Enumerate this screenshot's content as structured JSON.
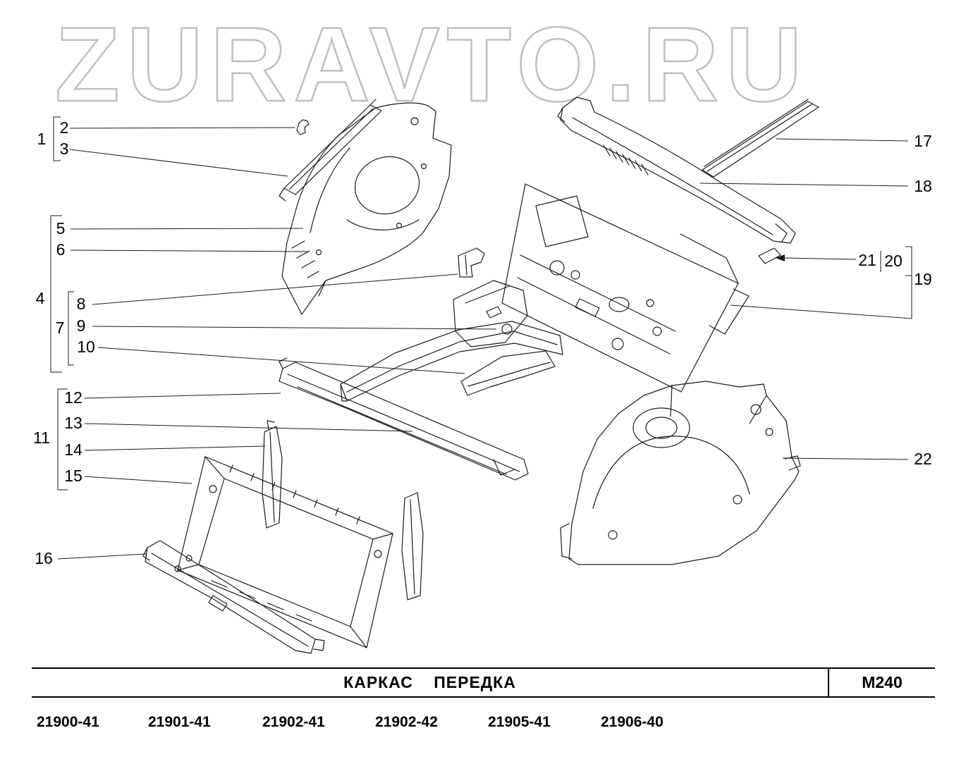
{
  "watermark": {
    "text": "ZURAVTO.RU"
  },
  "callout_labels": [
    "1",
    "2",
    "3",
    "4",
    "5",
    "6",
    "7",
    "8",
    "9",
    "10",
    "11",
    "12",
    "13",
    "14",
    "15",
    "16",
    "17",
    "18",
    "19",
    "20",
    "21",
    "22"
  ],
  "footer": {
    "title": "КАРКАС ПЕРЕДКА",
    "code": "M240",
    "models": [
      "21900-41",
      "21901-41",
      "21902-41",
      "21902-42",
      "21905-41",
      "21906-40"
    ]
  }
}
